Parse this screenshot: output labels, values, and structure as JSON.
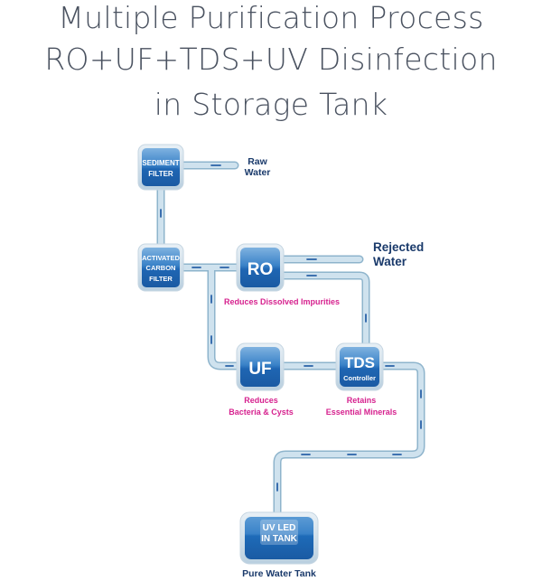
{
  "title": {
    "line1": "Multiple Purification Process",
    "line2": "RO+UF+TDS+UV Disinfection",
    "line3": "in Storage Tank"
  },
  "colors": {
    "title": "#4a5260",
    "pipe": "#c4dbe9",
    "pipe_edge": "#8eb4cc",
    "flow_arrow": "#2a62a8",
    "unit_fill": "#1e6bb8",
    "unit_light": "#5b9bd5",
    "annotation": "#d6218e",
    "label_navy": "#1a3a6b"
  },
  "stages": {
    "sediment": {
      "line1": "SEDIMENT",
      "line2": "FILTER",
      "icon": "filter-unit-icon"
    },
    "carbon": {
      "line1": "ACTIVATED",
      "line2": "CARBON",
      "line3": "FILTER",
      "icon": "filter-unit-icon"
    },
    "ro": {
      "label": "RO",
      "note": "Reduces Dissolved Impurities",
      "icon": "membrane-unit-icon"
    },
    "uf": {
      "label": "UF",
      "note_line1": "Reduces",
      "note_line2": "Bacteria & Cysts",
      "icon": "membrane-unit-icon"
    },
    "tds": {
      "label": "TDS",
      "sublabel": "Controller",
      "note_line1": "Retains",
      "note_line2": "Essential Minerals",
      "icon": "controller-unit-icon"
    },
    "tank": {
      "line1": "UV LED",
      "line2": "IN TANK",
      "caption": "Pure Water Tank",
      "icon": "storage-tank-icon"
    }
  },
  "io": {
    "raw_line1": "Raw",
    "raw_line2": "Water",
    "rejected_line1": "Rejected",
    "rejected_line2": "Water"
  }
}
